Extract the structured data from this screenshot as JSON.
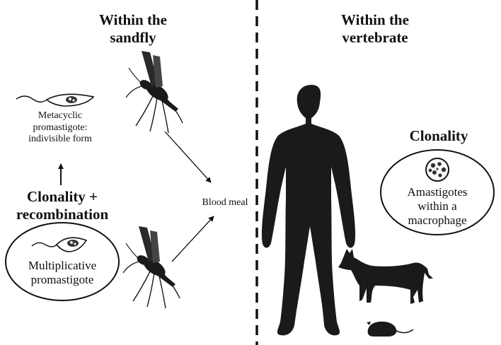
{
  "left_section": {
    "heading": [
      "Within the",
      "sandfly"
    ],
    "metacyclic_label": [
      "Metacyclic",
      "promastigote:",
      "indivisible form"
    ],
    "process_label": [
      "Clonality +",
      "recombination"
    ],
    "multiplicative_label": [
      "Multiplicative",
      "promastigote"
    ]
  },
  "center": {
    "blood_meal_label": "Blood meal"
  },
  "right_section": {
    "heading": [
      "Within the",
      "vertebrate"
    ],
    "process_label": "Clonality",
    "amastigote_label": [
      "Amastigotes",
      "within a",
      "macrophage"
    ]
  },
  "icons": [
    "sandfly-icon",
    "promastigote-icon",
    "human-silhouette-icon",
    "dog-silhouette-icon",
    "rodent-silhouette-icon",
    "macrophage-icon"
  ],
  "colors": {
    "silhouette": "#1a1a1a",
    "line": "#111111",
    "background": "#ffffff"
  }
}
